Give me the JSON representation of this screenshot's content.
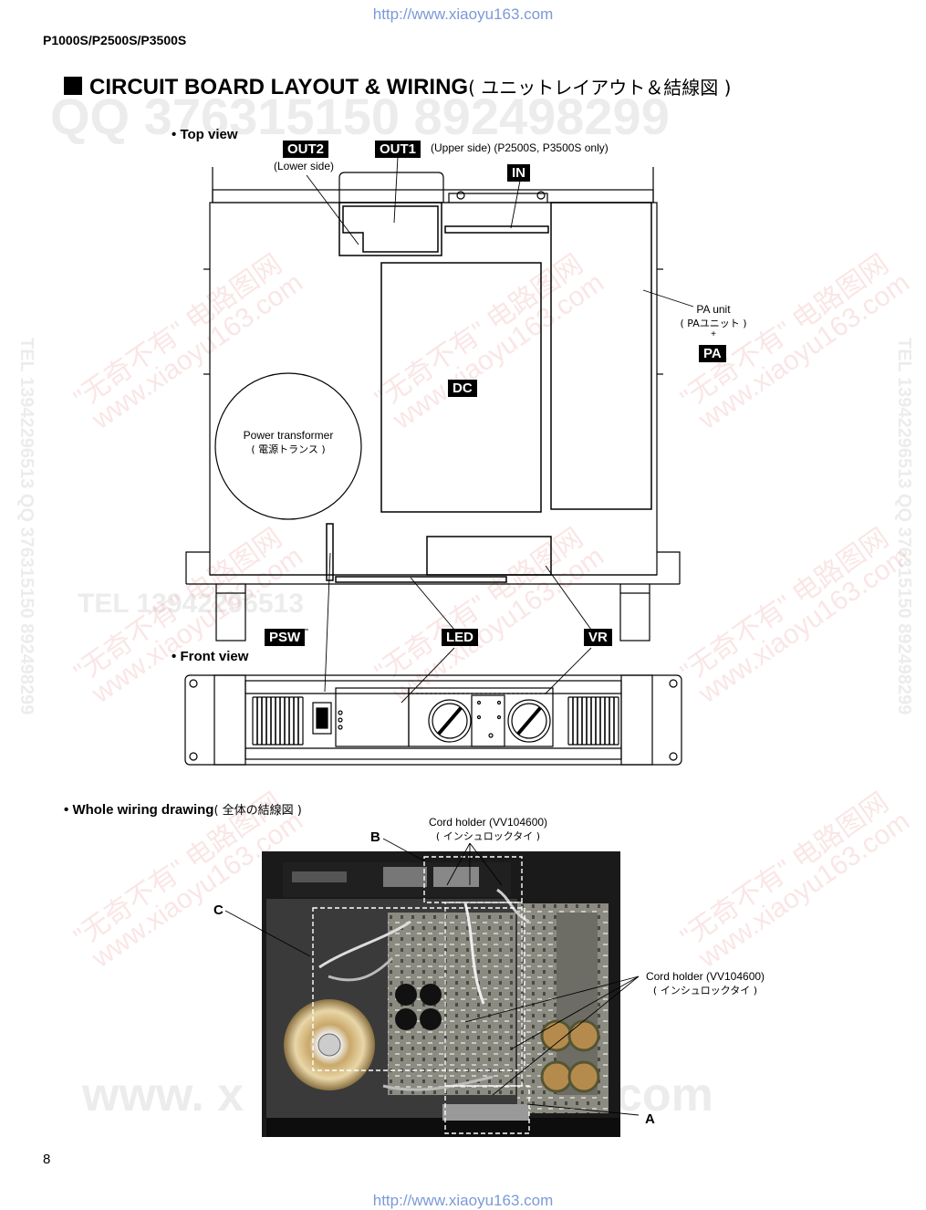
{
  "header": {
    "url_top": "http://www.xiaoyu163.com",
    "model": "P1000S/P2500S/P3500S",
    "title": "CIRCUIT BOARD LAYOUT & WIRING",
    "title_jp": "( ユニットレイアウト＆結線図 )"
  },
  "top_view": {
    "label": "Top view",
    "tags": {
      "out2": "OUT2",
      "out1": "OUT1",
      "in": "IN",
      "dc": "DC",
      "pa": "PA",
      "psw": "PSW",
      "led": "LED",
      "vr": "VR"
    },
    "out2_note": "(Lower side)",
    "out1_note": "(Upper side) (P2500S, P3500S only)",
    "pa_unit": "PA unit",
    "pa_unit_jp": "( PAユニット )",
    "power_transformer": "Power transformer",
    "power_transformer_jp": "( 電源トランス )"
  },
  "front_view": {
    "label": "Front view"
  },
  "wiring": {
    "label": "Whole wiring drawing",
    "label_jp": "( 全体の結線図 )",
    "cord_holder_1": "Cord holder (VV104600)",
    "cord_holder_1_jp": "( インシュロックタイ )",
    "cord_holder_2": "Cord holder (VV104600)",
    "cord_holder_2_jp": "( インシュロックタイ )",
    "letters": {
      "a": "A",
      "b": "B",
      "c": "C"
    }
  },
  "footer": {
    "page_number": "8",
    "url_bottom": "http://www.xiaoyu163.com"
  },
  "watermarks": {
    "qq": "QQ 376315150   892498299",
    "tel": "TEL 13942296513",
    "www": "www. x",
    "com": "com",
    "side": "TEL 13942296513  QQ 376315150  892498299",
    "diag1": "\"无奇不有\" 电路图网",
    "diag2": "www.xiaoyu163.com"
  }
}
